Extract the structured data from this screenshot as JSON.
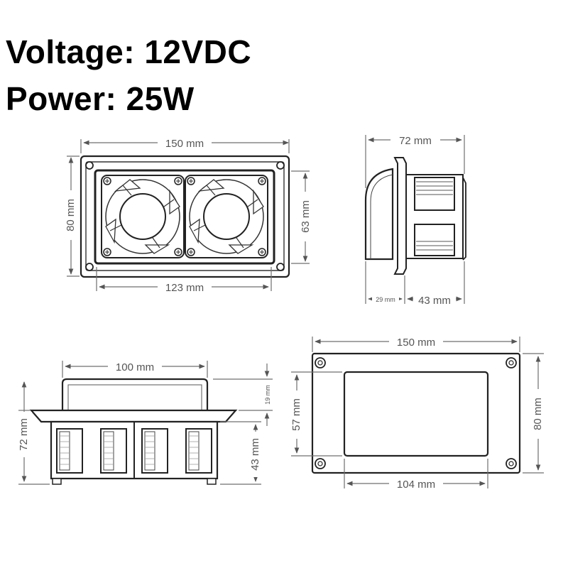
{
  "specs": {
    "voltage": "Voltage: 12VDC",
    "power": "Power: 25W"
  },
  "front_view": {
    "width_label": "150 mm",
    "height_label": "80 mm",
    "fan_height_label": "63 mm",
    "fan_width_label": "123 mm"
  },
  "side_view": {
    "depth_label": "72 mm",
    "flange_label": "29 mm",
    "body_label": "43 mm"
  },
  "top_view": {
    "handle_label": "100 mm",
    "handle_height_label": "19 mm",
    "total_height_label": "72 mm",
    "body_height_label": "43 mm"
  },
  "back_view": {
    "width_label": "150 mm",
    "height_label": "80 mm",
    "cutout_height_label": "57 mm",
    "cutout_width_label": "104 mm"
  }
}
